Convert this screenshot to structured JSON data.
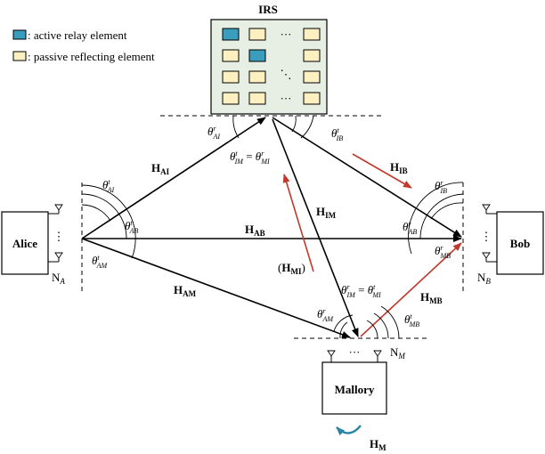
{
  "legend": {
    "active_label": ": active relay element",
    "passive_label": ": passive reflecting element"
  },
  "nodes": {
    "irs": "IRS",
    "alice": "Alice",
    "bob": "Bob",
    "mallory": "Mallory"
  },
  "antenna_counts": {
    "alice": {
      "base": "N",
      "sub": "A"
    },
    "bob": {
      "base": "N",
      "sub": "B"
    },
    "mallory": {
      "base": "N",
      "sub": "M"
    }
  },
  "channels": {
    "ai": {
      "base": "H",
      "sub": "AI"
    },
    "ab": {
      "base": "H",
      "sub": "AB"
    },
    "am": {
      "base": "H",
      "sub": "AM"
    },
    "ib": {
      "base": "H",
      "sub": "IB"
    },
    "im": {
      "base": "H",
      "sub": "IM"
    },
    "mi": {
      "open": "(",
      "base": "H",
      "sub": "MI",
      "close": ")"
    },
    "mb": {
      "base": "H",
      "sub": "MB"
    },
    "m": {
      "base": "H",
      "sub": "M"
    }
  },
  "angles": {
    "theta": "θ",
    "t_ai_alice": {
      "sup": "t",
      "sub": "AI"
    },
    "t_ab_alice": {
      "sup": "t",
      "sub": "AB"
    },
    "t_am_alice": {
      "sup": "t",
      "sub": "AM"
    },
    "r_ai_irs": {
      "sup": "r",
      "sub": "AI"
    },
    "t_ib_irs": {
      "sup": "t",
      "sub": "IB"
    },
    "t_im_irs": {
      "sup": "t",
      "sub": "IM"
    },
    "r_mi_irs": {
      "sup": "r",
      "sub": "MI"
    },
    "r_ib_bob": {
      "sup": "r",
      "sub": "IB"
    },
    "r_ab_bob": {
      "sup": "r",
      "sub": "AB"
    },
    "r_mb_bob": {
      "sup": "r",
      "sub": "MB"
    },
    "r_im_mal": {
      "sup": "r",
      "sub": "IM"
    },
    "t_mi_mal": {
      "sup": "t",
      "sub": "MI"
    },
    "r_am_mal": {
      "sup": "r",
      "sub": "AM"
    },
    "t_mb_mal": {
      "sup": "t",
      "sub": "MB"
    },
    "equals": " = "
  },
  "symbols": {
    "dots_h": "···",
    "dots_v": "⋮",
    "dots_d": "⋱"
  },
  "colors": {
    "active": "#3a9dbd",
    "passive": "#fdf0c0",
    "irs_panel": "#e7eee4",
    "red_arrow": "#c0392b",
    "teal_arrow": "#2a84a3"
  }
}
